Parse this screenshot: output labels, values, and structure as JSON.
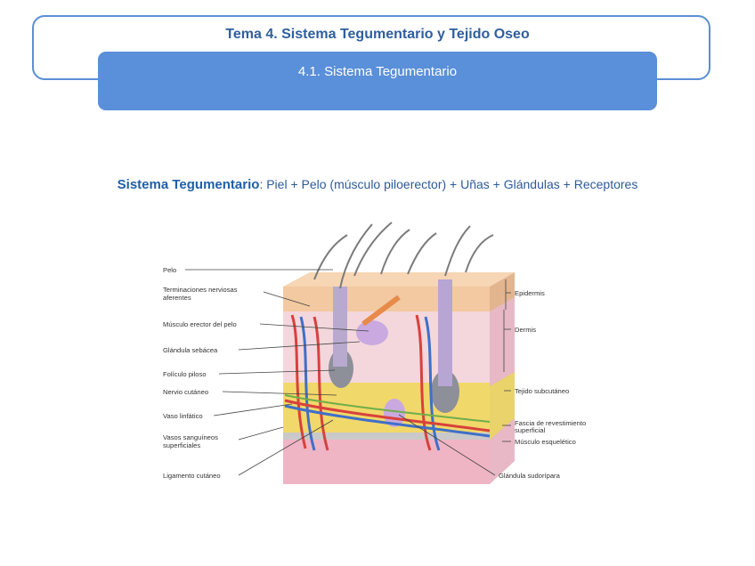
{
  "header": {
    "title": "Tema 4. Sistema Tegumentario y Tejido Oseo",
    "subtitle": "4.1. Sistema Tegumentario"
  },
  "definition": {
    "term": "Sistema Tegumentario",
    "separator": ":",
    "text": " Piel + Pelo (músculo piloerector) + Uñas + Glándulas + Receptores"
  },
  "diagram": {
    "left_labels": [
      "Pelo",
      "Terminaciones nerviosas",
      "aferentes",
      "Músculo erector del pelo",
      "Glándula sebácea",
      "Folículo piloso",
      "Nervio cutáneo",
      "Vaso linfático",
      "Vasos sanguíneos",
      "superficiales",
      "Ligamento cutáneo"
    ],
    "right_labels": [
      "Epidermis",
      "Dermis",
      "Tejido subcutáneo",
      "Fascia de revestimiento",
      "superficial",
      "Músculo esquelético",
      "Glándula sudorípara"
    ]
  }
}
